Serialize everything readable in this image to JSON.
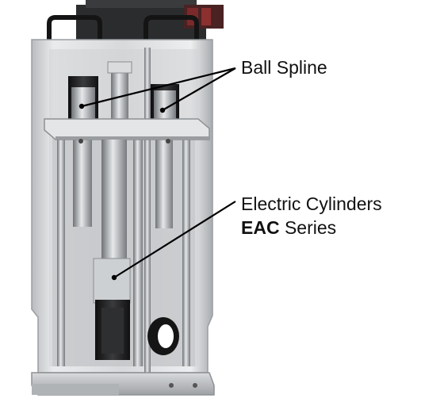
{
  "labels": {
    "ball_spline": "Ball Spline",
    "electric_cylinders_line1": "Electric Cylinders",
    "eac_bold": "EAC",
    "eac_series": " Series"
  },
  "colors": {
    "background": "#ffffff",
    "text": "#111111",
    "leader_line": "#000000",
    "frame_metal": "#c9cccf",
    "dark_parts": "#1c1c1c"
  }
}
